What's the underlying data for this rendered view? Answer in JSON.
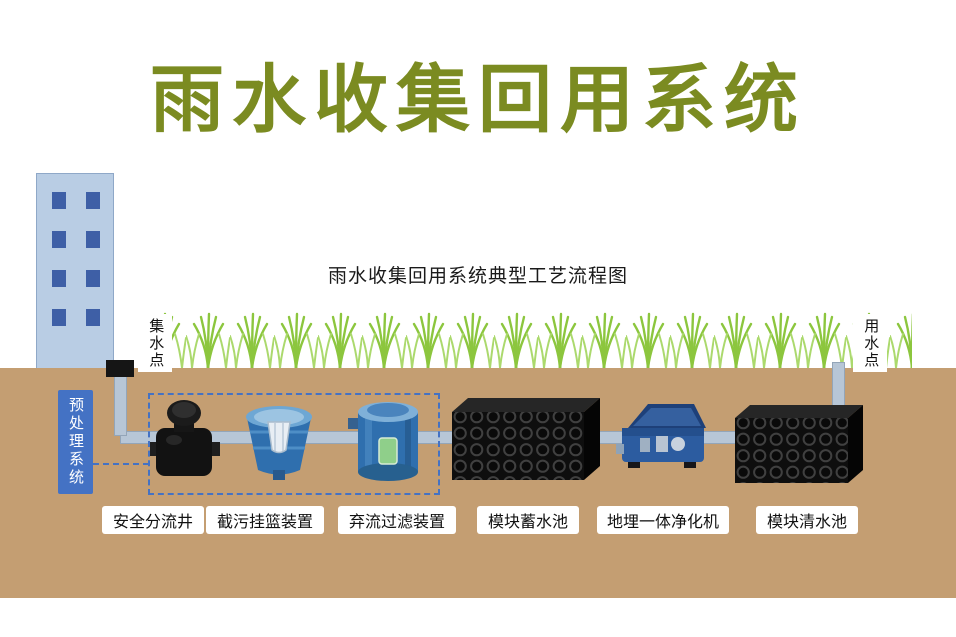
{
  "title": "雨水收集回用系统",
  "diagram": {
    "subtitle": "雨水收集回用系统典型工艺流程图",
    "collection_point": "集水点",
    "use_point": "用水点",
    "pretreatment_system": "预处理系统"
  },
  "components": [
    {
      "name": "安全分流井"
    },
    {
      "name": "截污挂篮装置"
    },
    {
      "name": "弃流过滤装置"
    },
    {
      "name": "模块蓄水池"
    },
    {
      "name": "地埋一体净化机"
    },
    {
      "name": "模块清水池"
    }
  ],
  "colors": {
    "title_green": "#7b8b21",
    "ground_brown": "#c49e72",
    "grass_green": "#8cc63e",
    "pipe_gray": "#b7c6d6",
    "accent_blue": "#4472c4",
    "device_blue": "#2f6fae",
    "module_black": "#0e0e0e"
  }
}
